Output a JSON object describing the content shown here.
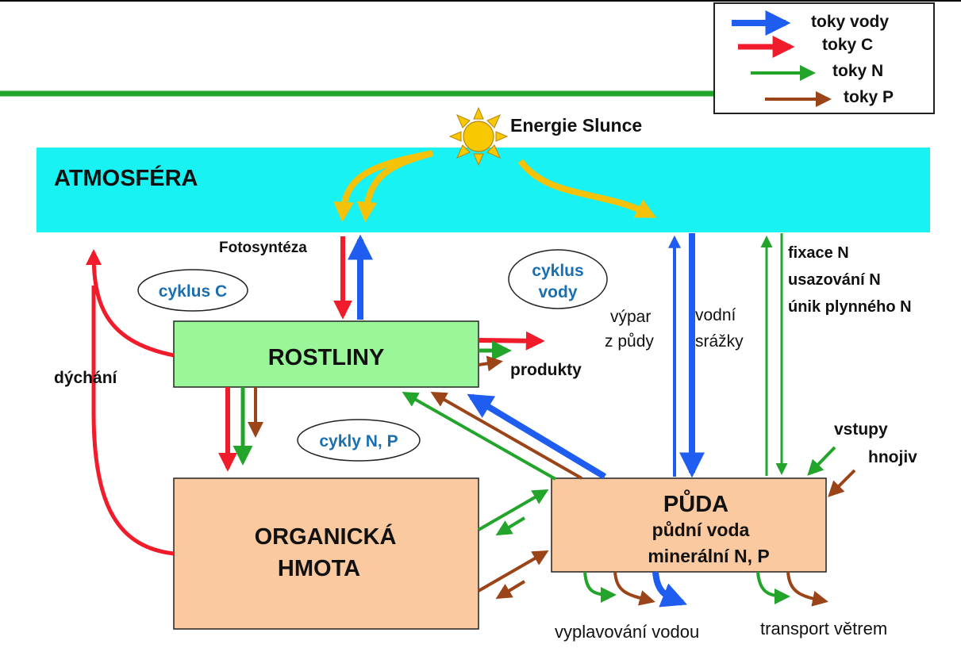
{
  "legend": {
    "items": [
      {
        "label": "toky vody",
        "color": "#1f5cf0"
      },
      {
        "label": "toky C",
        "color": "#f01c2c"
      },
      {
        "label": "toky N",
        "color": "#22a52a"
      },
      {
        "label": "toky P",
        "color": "#9a4418"
      }
    ]
  },
  "sun": {
    "label": "Energie Slunce",
    "color": "#f8c800"
  },
  "atmosphere": {
    "label": "ATMOSFÉRA",
    "color": "#19f2f2"
  },
  "plants": {
    "label": "ROSTLINY",
    "color": "#99f799"
  },
  "organic_matter": {
    "label_line1": "ORGANICKÁ",
    "label_line2": "HMOTA",
    "color": "#fac9a0"
  },
  "soil": {
    "title": "PŮDA",
    "line1": "půdní voda",
    "line2": "minerální N, P",
    "color": "#fac9a0"
  },
  "cycles": {
    "carbon": "cyklus C",
    "water_line1": "cyklus",
    "water_line2": "vody",
    "np": "cykly N, P"
  },
  "labels": {
    "photosynthesis": "Fotosyntéza",
    "respiration": "dýchání",
    "products": "produkty",
    "evaporation_line1": "výpar",
    "evaporation_line2": "z půdy",
    "precipitation_line1": "vodní",
    "precipitation_line2": "srážky",
    "n_fixation": "fixace N",
    "n_deposition": "usazování N",
    "n_escape": "únik plynného N",
    "inputs_line1": "vstupy",
    "inputs_line2": "hnojiv",
    "leaching": "vyplavování vodou",
    "wind_transport": "transport větrem"
  },
  "colors": {
    "water": "#1f5cf0",
    "carbon": "#f01c2c",
    "nitrogen": "#22a52a",
    "phosphorus": "#9a4418",
    "energy": "#f5c20a",
    "cycle_text": "#1a6fb0"
  }
}
